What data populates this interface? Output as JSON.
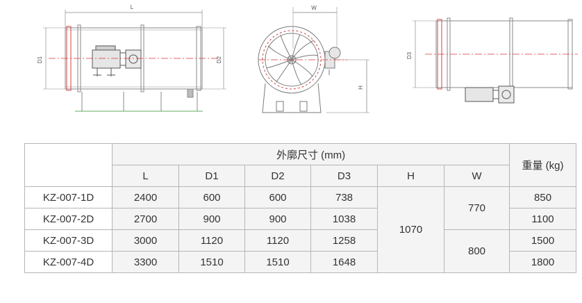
{
  "drawing_labels": {
    "side_length": "L",
    "side_left_dia": "D1",
    "side_right_dia": "D2",
    "front_width": "W",
    "front_height": "H",
    "right_dia": "D3"
  },
  "table": {
    "group_header": "外廓尺寸 (mm)",
    "weight_header": "重量 (kg)",
    "columns": [
      "L",
      "D1",
      "D2",
      "D3",
      "H",
      "W"
    ],
    "rows": [
      {
        "model": "KZ-007-1D",
        "L": "2400",
        "D1": "600",
        "D2": "600",
        "D3": "738",
        "weight": "850"
      },
      {
        "model": "KZ-007-2D",
        "L": "2700",
        "D1": "900",
        "D2": "900",
        "D3": "1038",
        "weight": "1100"
      },
      {
        "model": "KZ-007-3D",
        "L": "3000",
        "D1": "1120",
        "D2": "1120",
        "D3": "1258",
        "weight": "1500"
      },
      {
        "model": "KZ-007-4D",
        "L": "3300",
        "D1": "1510",
        "D2": "1510",
        "D3": "1648",
        "weight": "1800"
      }
    ],
    "H_value": "1070",
    "W_values": [
      "770",
      "800"
    ]
  }
}
